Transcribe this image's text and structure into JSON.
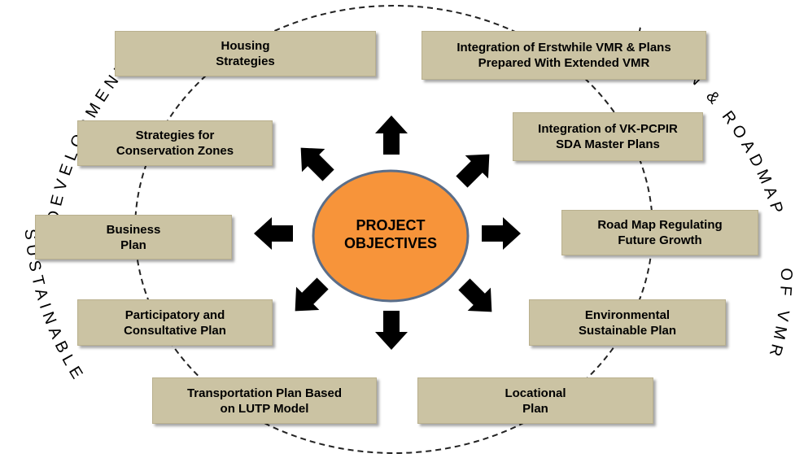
{
  "center": {
    "line1": "PROJECT",
    "line2": "OBJECTIVES"
  },
  "boxes": {
    "housing": {
      "line1": "Housing",
      "line2": "Strategies"
    },
    "integration_vmr": {
      "line1": "Integration of Erstwhile VMR & Plans",
      "line2": "Prepared With Extended VMR"
    },
    "conservation": {
      "line1": "Strategies for",
      "line2": "Conservation Zones"
    },
    "vk_pcpir": {
      "line1": "Integration of VK-PCPIR",
      "line2": "SDA Master Plans"
    },
    "business": {
      "line1": "Business",
      "line2": "Plan"
    },
    "road_map": {
      "line1": "Road Map Regulating",
      "line2": "Future Growth"
    },
    "participatory": {
      "line1": "Participatory and",
      "line2": "Consultative Plan"
    },
    "environmental": {
      "line1": "Environmental",
      "line2": "Sustainable Plan"
    },
    "transportation": {
      "line1": "Transportation Plan Based",
      "line2": "on LUTP Model"
    },
    "locational": {
      "line1": "Locational",
      "line2": "Plan"
    }
  },
  "arc_text": {
    "left_top": "DEVELOPMENT",
    "left_bottom": "SUSTAINABLE",
    "right_top": "VISION & ROADMAP",
    "right_bottom": "OF VMR"
  },
  "colors": {
    "box_fill": "#cbc3a3",
    "center_fill": "#f7943a",
    "center_stroke": "#5a6e8a",
    "arrow": "#000000"
  }
}
